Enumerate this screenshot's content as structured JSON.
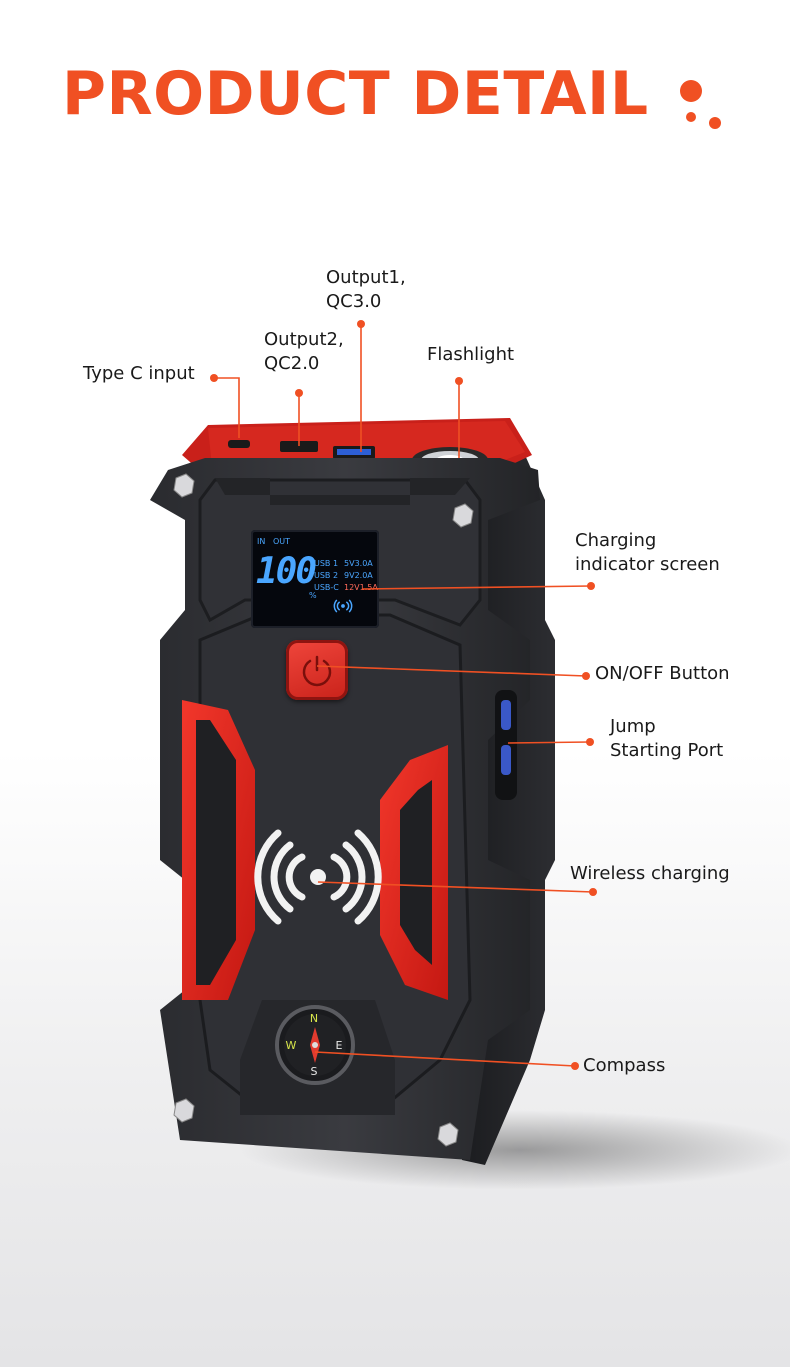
{
  "header": {
    "title": "PRODUCT DETAIL"
  },
  "colors": {
    "accent": "#f05023",
    "device_body": "#2b2c30",
    "device_red": "#e8261f",
    "lcd_blue": "#4aa6ff"
  },
  "callouts": {
    "output1": [
      "Output1,",
      "QC3.0"
    ],
    "output2": [
      "Output2,",
      "QC2.0"
    ],
    "type_c": "Type C input",
    "flashlight": "Flashlight",
    "charging_screen": [
      "Charging",
      "indicator screen"
    ],
    "on_off": "ON/OFF Button",
    "jump_port": [
      "Jump",
      "Starting Port"
    ],
    "wireless": "Wireless charging",
    "compass": "Compass"
  },
  "lcd": {
    "in": "IN",
    "out": "OUT",
    "percent_value": "100",
    "percent_sign": "%",
    "rows": [
      {
        "port": "USB 1",
        "spec": "5V3.0A"
      },
      {
        "port": "USB 2",
        "spec": "9V2.0A"
      },
      {
        "port": "USB-C",
        "spec": "12V1.5A"
      }
    ]
  },
  "icons": {
    "brand": "dots-logo",
    "power": "power-icon",
    "wireless": "wireless-charging-icon",
    "compass": "compass-icon"
  }
}
